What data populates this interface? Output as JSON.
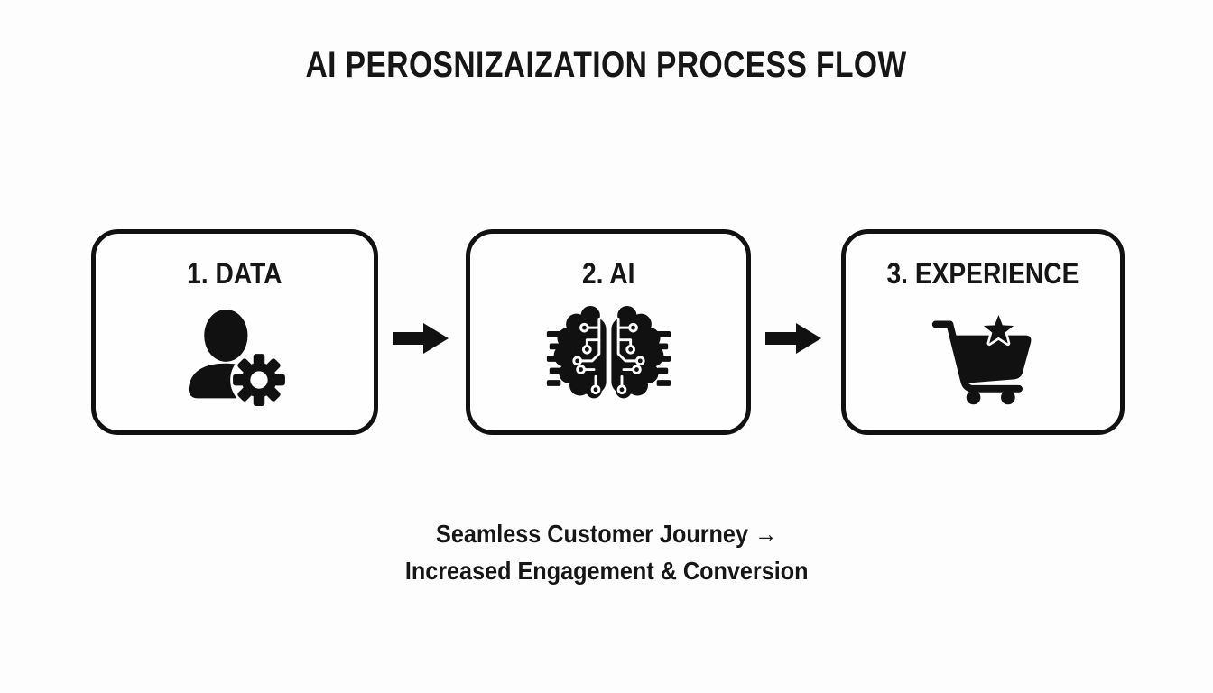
{
  "title": "AI PEROSNIZAIZATION PROCESS FLOW",
  "steps": [
    {
      "label": "1. DATA",
      "icon": "user-gear-icon"
    },
    {
      "label": "2. AI",
      "icon": "brain-circuit-icon"
    },
    {
      "label": "3. EXPERIENCE",
      "icon": "cart-star-icon"
    }
  ],
  "connectors": {
    "icon": "right-arrow-icon",
    "count": 2
  },
  "caption": {
    "line1": "Seamless Customer Journey →",
    "line2": "Increased Engagement & Conversion"
  },
  "colors": {
    "background": "#fdfdfd",
    "foreground": "#111111",
    "box_border": "#111111",
    "box_fill": "#fefefe"
  }
}
